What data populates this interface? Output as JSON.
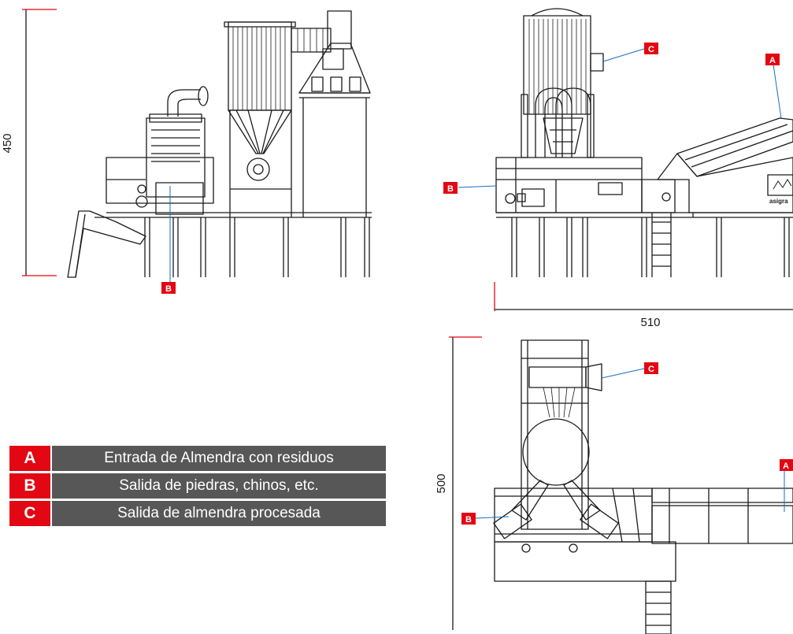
{
  "dimensions": {
    "height_left": "450",
    "width_right": "510",
    "depth_plan": "500"
  },
  "callout_labels": {
    "a": "A",
    "b": "B",
    "c": "C"
  },
  "brand_text": "asigra",
  "legend": [
    {
      "key": "A",
      "text": "Entrada de Almendra con residuos"
    },
    {
      "key": "B",
      "text": "Salida de piedras, chinos, etc."
    },
    {
      "key": "C",
      "text": "Salida de almendra procesada"
    }
  ],
  "colors": {
    "accent": "#e30613",
    "legend_bg": "#575757",
    "line": "#1a1a1a"
  }
}
